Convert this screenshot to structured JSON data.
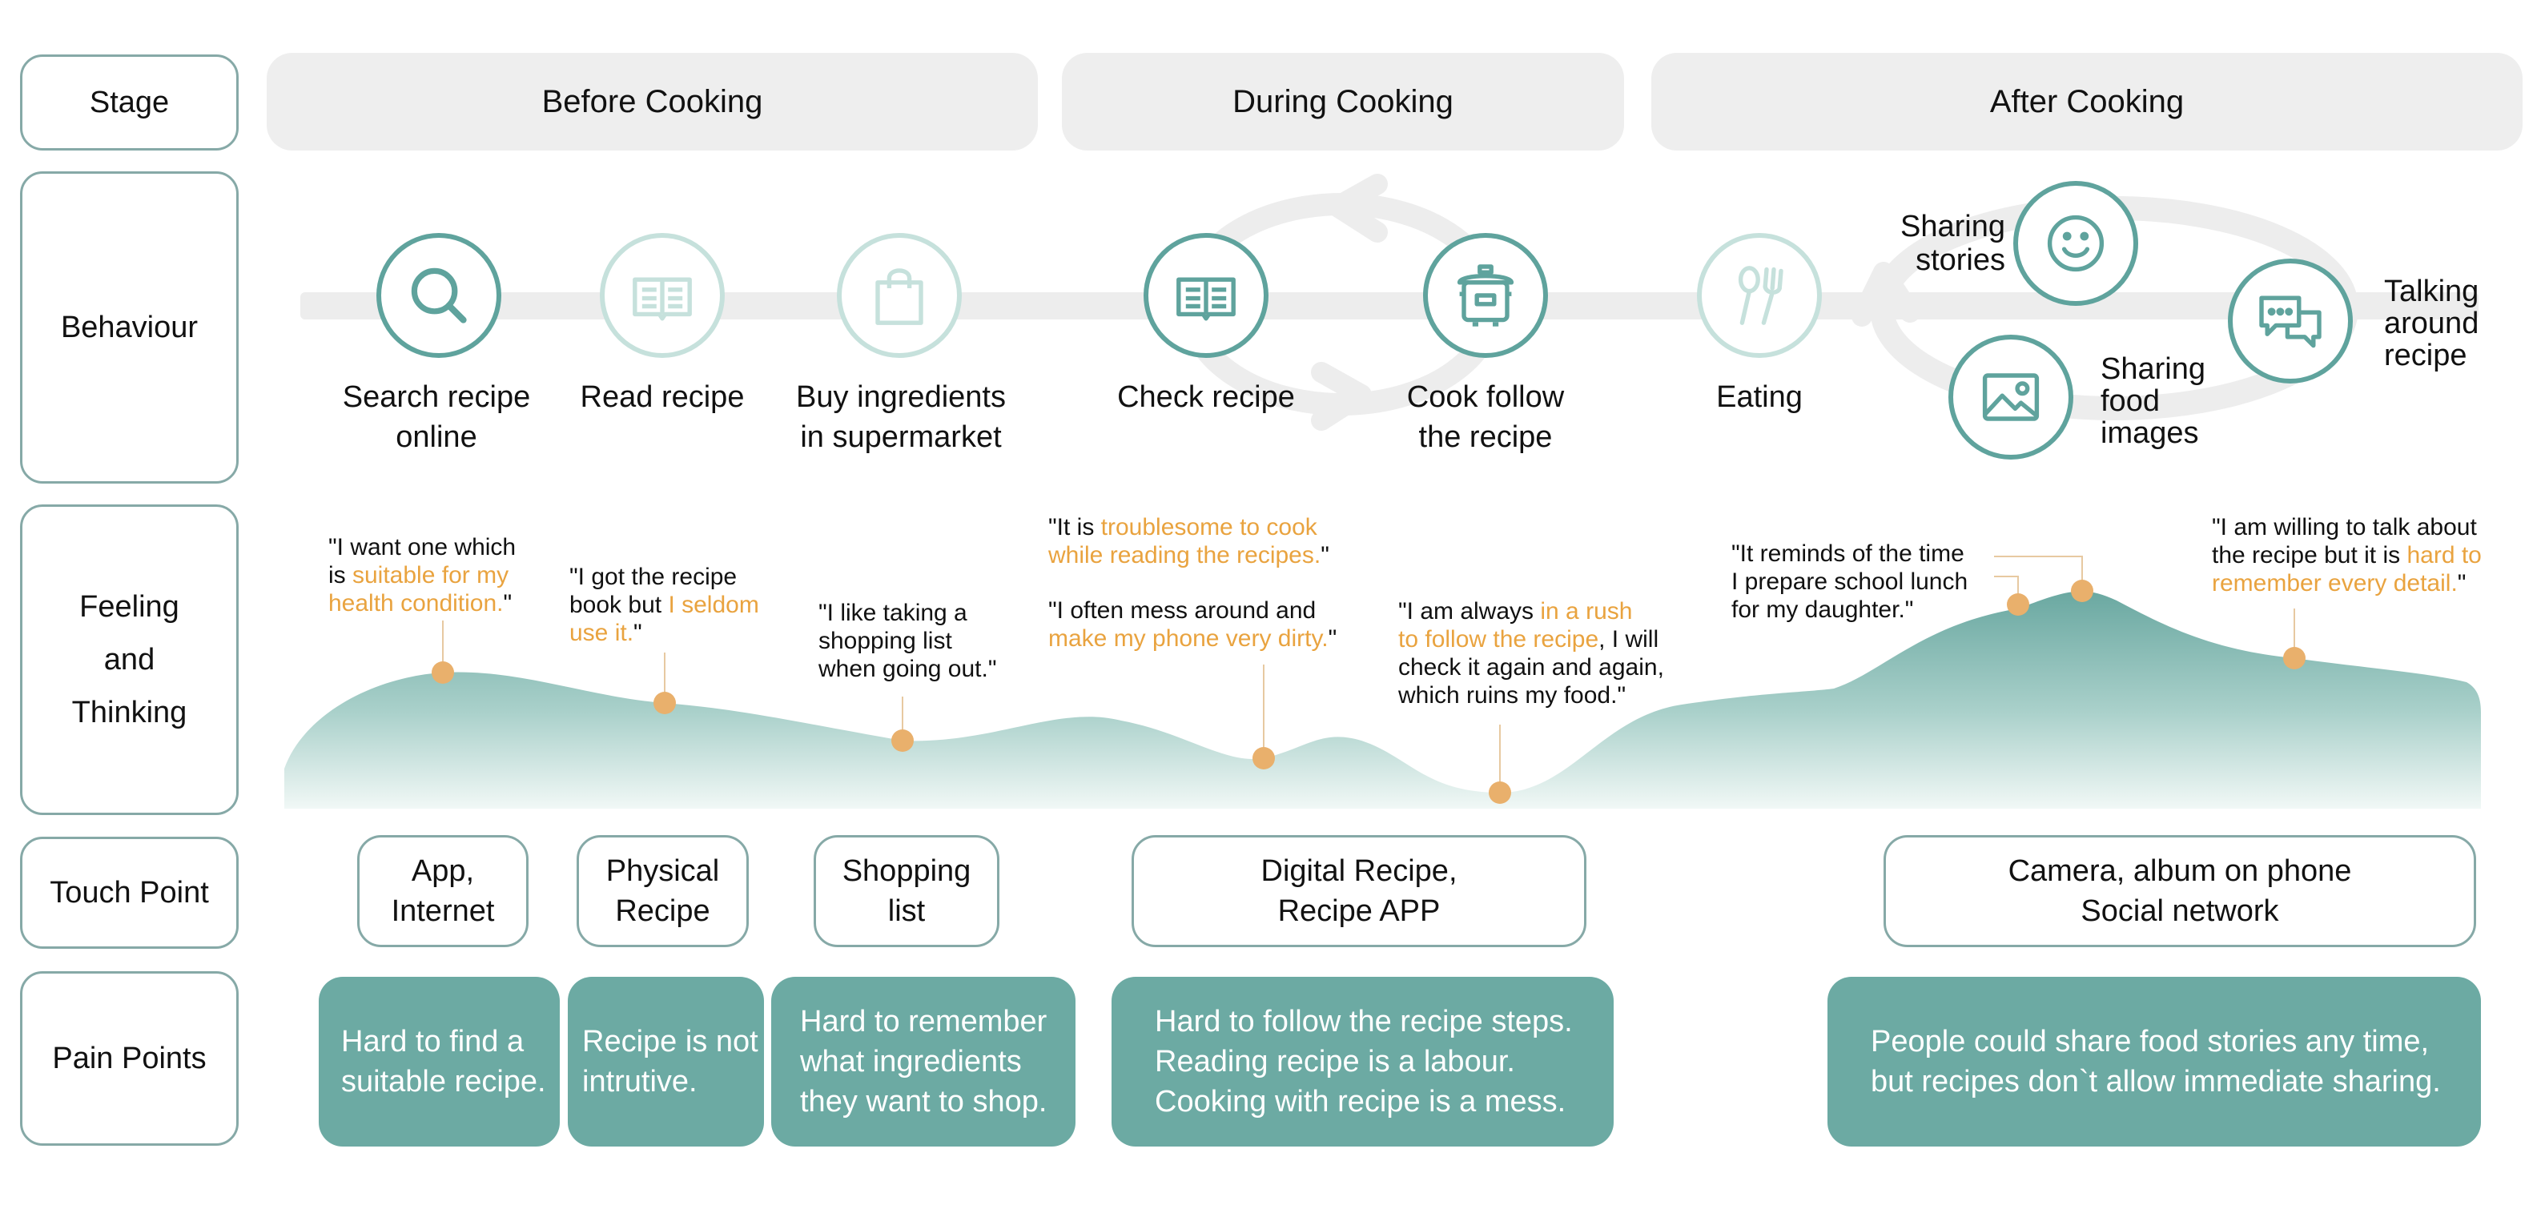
{
  "row_labels": {
    "stage": "Stage",
    "behaviour": "Behaviour",
    "feeling": [
      "Feeling",
      "and",
      "Thinking"
    ],
    "touch_point": "Touch Point",
    "pain_points": "Pain Points"
  },
  "stages": [
    "Before Cooking",
    "During Cooking",
    "After Cooking"
  ],
  "behaviours": [
    {
      "icon": "search-icon",
      "lines": [
        "Search recipe",
        "online"
      ]
    },
    {
      "icon": "open-book-icon",
      "lines": [
        "Read recipe"
      ]
    },
    {
      "icon": "shopping-bag-icon",
      "lines": [
        "Buy ingredients",
        "in supermarket"
      ]
    },
    {
      "icon": "open-book-icon",
      "lines": [
        "Check recipe"
      ]
    },
    {
      "icon": "rice-cooker-icon",
      "lines": [
        "Cook follow",
        "the recipe"
      ]
    },
    {
      "icon": "spoon-fork-icon",
      "lines": [
        "Eating"
      ]
    },
    {
      "icon": "smiley-icon",
      "lines": [
        "Sharing",
        "stories"
      ]
    },
    {
      "icon": "image-icon",
      "lines": [
        "Sharing",
        "food",
        "images"
      ]
    },
    {
      "icon": "chat-bubbles-icon",
      "lines": [
        "Talking",
        "around",
        "recipe"
      ]
    }
  ],
  "quotes": [
    {
      "lines": [
        [
          {
            "t": "\"I want one which"
          }
        ],
        [
          {
            "t": "is "
          },
          {
            "t": "suitable for my",
            "hl": true
          }
        ],
        [
          {
            "t": "health condition.",
            "hl": true
          },
          {
            "t": "\""
          }
        ]
      ]
    },
    {
      "lines": [
        [
          {
            "t": "\"I got the recipe"
          }
        ],
        [
          {
            "t": "book but "
          },
          {
            "t": "I seldom",
            "hl": true
          }
        ],
        [
          {
            "t": "use it.",
            "hl": true
          },
          {
            "t": "\""
          }
        ]
      ]
    },
    {
      "lines": [
        [
          {
            "t": "\"I like taking a"
          }
        ],
        [
          {
            "t": "shopping list"
          }
        ],
        [
          {
            "t": "when going out.\""
          }
        ]
      ]
    },
    {
      "lines": [
        [
          {
            "t": "\"It is "
          },
          {
            "t": "troublesome to cook",
            "hl": true
          }
        ],
        [
          {
            "t": "while reading the recipes.",
            "hl": true
          },
          {
            "t": "\""
          }
        ]
      ]
    },
    {
      "lines": [
        [
          {
            "t": "\"I often mess around and"
          }
        ],
        [
          {
            "t": "make my phone very dirty.",
            "hl": true
          },
          {
            "t": "\""
          }
        ]
      ]
    },
    {
      "lines": [
        [
          {
            "t": "\"I am always "
          },
          {
            "t": "in a rush",
            "hl": true
          }
        ],
        [
          {
            "t": "to follow the recipe",
            "hl": true
          },
          {
            "t": ", I will"
          }
        ],
        [
          {
            "t": "check it again and again,"
          }
        ],
        [
          {
            "t": "which ruins my food.\""
          }
        ]
      ]
    },
    {
      "lines": [
        [
          {
            "t": "\"It reminds of the time"
          }
        ],
        [
          {
            "t": "I prepare school lunch"
          }
        ],
        [
          {
            "t": "for my daughter.\""
          }
        ]
      ]
    },
    {
      "lines": [
        [
          {
            "t": "\"I am willing to talk about"
          }
        ],
        [
          {
            "t": "the recipe but it is "
          },
          {
            "t": "hard to",
            "hl": true
          }
        ],
        [
          {
            "t": "remember every detail.",
            "hl": true
          },
          {
            "t": "\""
          }
        ]
      ]
    }
  ],
  "touch_points": [
    {
      "lines": [
        "App,",
        "Internet"
      ]
    },
    {
      "lines": [
        "Physical",
        "Recipe"
      ]
    },
    {
      "lines": [
        "Shopping",
        "list"
      ]
    },
    {
      "lines": [
        "Digital Recipe,",
        "Recipe APP"
      ]
    },
    {
      "lines": [
        "Camera, album on phone",
        "Social network"
      ]
    }
  ],
  "pain_points": [
    {
      "lines": [
        "Hard to find a",
        "suitable recipe."
      ]
    },
    {
      "lines": [
        "Recipe is not",
        "intrutive."
      ]
    },
    {
      "lines": [
        "Hard to remember",
        "what ingredients",
        "they want to shop."
      ]
    },
    {
      "lines": [
        "Hard to follow the recipe steps.",
        "Reading recipe is a labour.",
        "Cooking with recipe is a mess."
      ]
    },
    {
      "lines": [
        "People could share food stories any time,",
        "but recipes don`t allow immediate sharing."
      ]
    }
  ],
  "colors": {
    "teal": "#5fa39d",
    "teal_light": "#c6e1dc",
    "highlight": "#e9a33f",
    "stage_bg": "#eeeeee",
    "pain_bg": "#6caaa3"
  }
}
